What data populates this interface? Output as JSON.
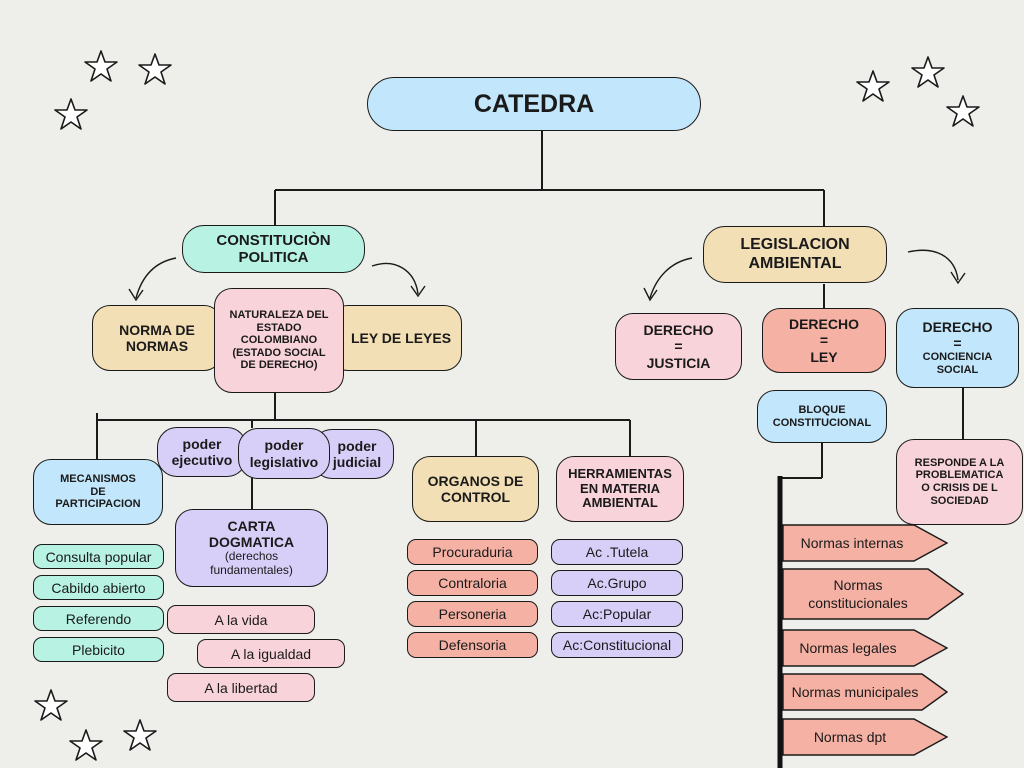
{
  "title": "CATEDRA",
  "constitucion": {
    "title_l1": "CONSTITUCIÒN",
    "title_l2": "POLITICA",
    "norma_l1": "NORMA DE",
    "norma_l2": "NORMAS",
    "ley_de_leyes": "LEY DE LEYES",
    "naturaleza": [
      "NATURALEZA DEL",
      "ESTADO",
      "COLOMBIANO",
      "(ESTADO SOCIAL",
      "DE DERECHO)"
    ],
    "poderes": [
      {
        "l1": "poder",
        "l2": "ejecutivo"
      },
      {
        "l1": "poder",
        "l2": "legislativo"
      },
      {
        "l1": "poder",
        "l2": "judicial"
      }
    ],
    "mecanismos": {
      "title": [
        "MECANISMOS",
        "DE",
        "PARTICIPACION"
      ],
      "items": [
        "Consulta popular",
        "Cabildo abierto",
        "Referendo",
        "Plebicito"
      ]
    },
    "carta": {
      "title_l1": "CARTA",
      "title_l2": "DOGMATICA",
      "sub_l1": "(derechos",
      "sub_l2": "fundamentales)",
      "items": [
        "A la vida",
        "A la igualdad",
        "A la libertad"
      ]
    },
    "organos": {
      "title_l1": "ORGANOS DE",
      "title_l2": "CONTROL",
      "items": [
        "Procuraduria",
        "Contraloria",
        "Personeria",
        "Defensoria"
      ]
    },
    "herramientas": {
      "title": [
        "HERRAMIENTAS",
        "EN MATERIA",
        "AMBIENTAL"
      ],
      "items": [
        "Ac .Tutela",
        "Ac.Grupo",
        "Ac:Popular",
        "Ac:Constitucional"
      ]
    }
  },
  "legislacion": {
    "title_l1": "LEGISLACION",
    "title_l2": "AMBIENTAL",
    "justicia": {
      "l1": "DERECHO",
      "l2": "=",
      "l3": "JUSTICIA"
    },
    "ley": {
      "l1": "DERECHO",
      "l2": "=",
      "l3": "LEY"
    },
    "conciencia": {
      "l1": "DERECHO",
      "l2": "=",
      "l3": "CONCIENCIA",
      "l4": "SOCIAL"
    },
    "bloque": {
      "l1": "BLOQUE",
      "l2": "CONSTITUCIONAL"
    },
    "responde": [
      "RESPONDE A LA",
      "PROBLEMATICA",
      "O CRISIS DE L",
      "SOCIEDAD"
    ],
    "normas": [
      {
        "l1": "Normas internas"
      },
      {
        "l1": "Normas",
        "l2": "constitucionales"
      },
      {
        "l1": "Normas legales"
      },
      {
        "l1": "Normas municipales"
      },
      {
        "l1": "Normas dpt"
      }
    ]
  },
  "colors": {
    "teal": "#b7f2e3",
    "blue": "#c2e6fb",
    "tan": "#f3dfb5",
    "pink": "#f8d3da",
    "salmon": "#f5b1a4",
    "lavender": "#d8cff8",
    "background": "#eeeeea"
  },
  "icons": [
    "star-icon",
    "curved-arrow-icon",
    "flag-arrow-icon"
  ]
}
